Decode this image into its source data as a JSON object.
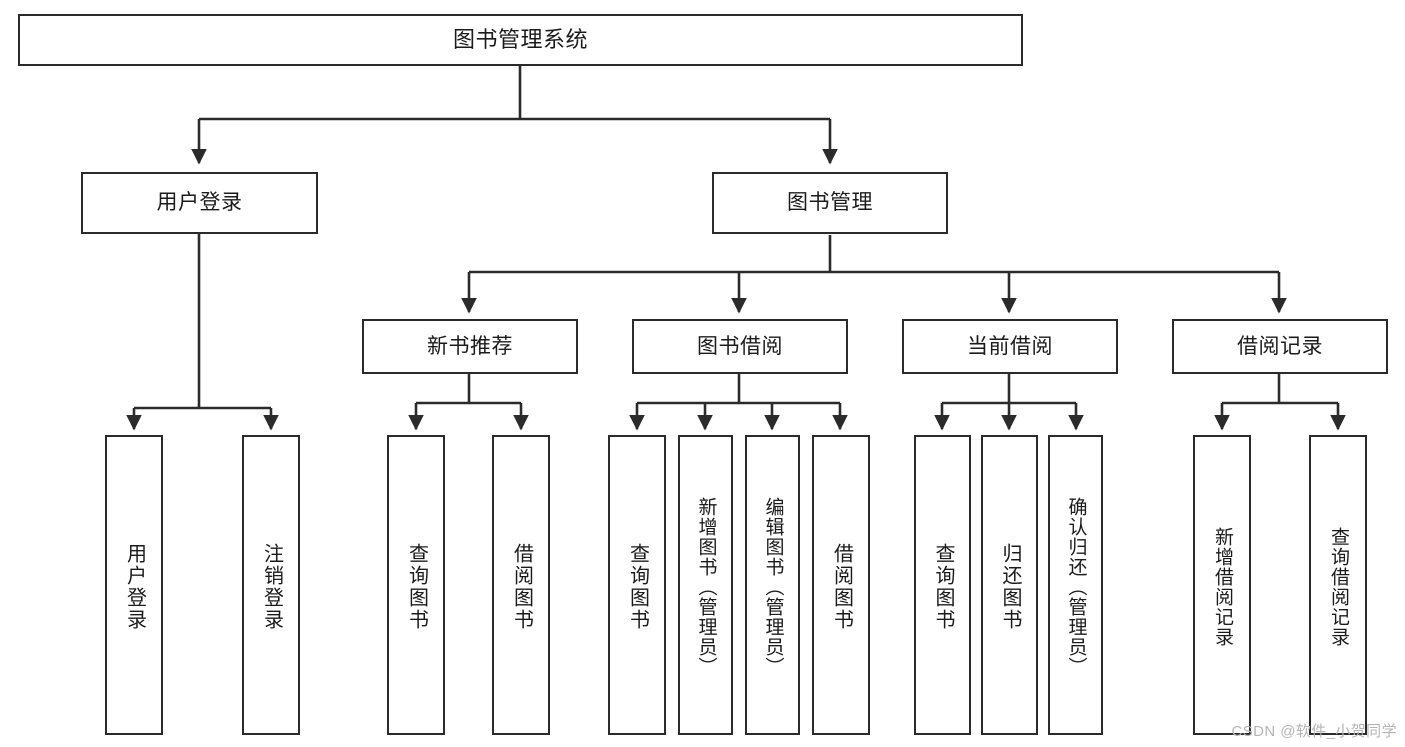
{
  "diagram": {
    "type": "hierarchy-tree",
    "title": "图书管理系统",
    "stroke_color": "#2b2b2b",
    "fill_color": "#ffffff",
    "text_color": "#1b1b1b",
    "nodes": {
      "root": {
        "label": "图书管理系统"
      },
      "level2": [
        {
          "id": "user-login",
          "label": "用户登录"
        },
        {
          "id": "book-management",
          "label": "图书管理"
        }
      ],
      "level3": [
        {
          "id": "new-book-recommend",
          "label": "新书推荐"
        },
        {
          "id": "book-borrow",
          "label": "图书借阅"
        },
        {
          "id": "current-borrow",
          "label": "当前借阅"
        },
        {
          "id": "borrow-record",
          "label": "借阅记录"
        }
      ],
      "leaves": {
        "user_login": [
          {
            "id": "leaf-user-login",
            "label": "用户登录"
          },
          {
            "id": "leaf-logout-login",
            "label": "注销登录"
          }
        ],
        "new_book_recommend": [
          {
            "id": "leaf-query-book-1",
            "label": "查询图书"
          },
          {
            "id": "leaf-borrow-book-1",
            "label": "借阅图书"
          }
        ],
        "book_borrow": [
          {
            "id": "leaf-query-book-2",
            "label": "查询图书"
          },
          {
            "id": "leaf-add-book",
            "label": "新增图书（管理员）"
          },
          {
            "id": "leaf-edit-book",
            "label": "编辑图书（管理员）"
          },
          {
            "id": "leaf-borrow-book-2",
            "label": "借阅图书"
          }
        ],
        "current_borrow": [
          {
            "id": "leaf-query-book-3",
            "label": "查询图书"
          },
          {
            "id": "leaf-return-book",
            "label": "归还图书"
          },
          {
            "id": "leaf-confirm-return",
            "label": "确认归还（管理员）"
          }
        ],
        "borrow_record": [
          {
            "id": "leaf-add-borrow-record",
            "label": "新增借阅记录"
          },
          {
            "id": "leaf-query-borrow-record",
            "label": "查询借阅记录"
          }
        ]
      }
    }
  },
  "watermark": {
    "text": "CSDN @软件_小贺同学"
  }
}
